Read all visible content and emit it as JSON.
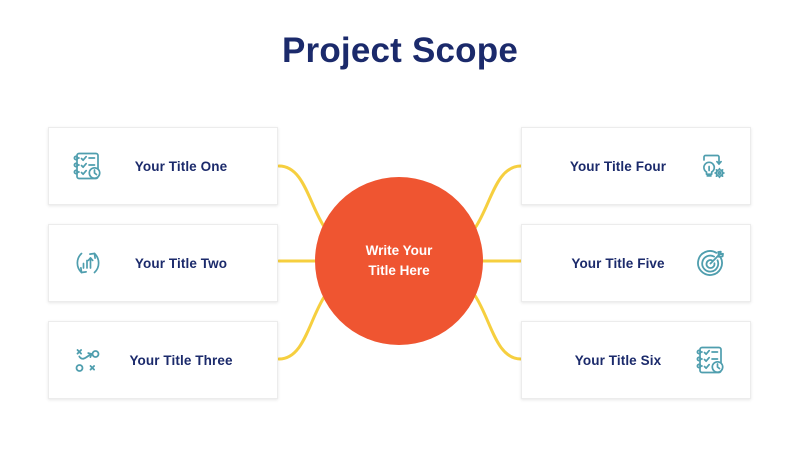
{
  "slide": {
    "title": "Project Scope",
    "background_color": "#ffffff",
    "title_color": "#1b2a6b"
  },
  "center": {
    "label": "Write Your\nTitle Here",
    "color": "#ef5531",
    "text_color": "#ffffff"
  },
  "connector": {
    "color": "#f6cf3f"
  },
  "theme": {
    "icon_color": "#4f9eae",
    "card_text_color": "#1b2a6b",
    "card_background": "#ffffff",
    "card_border": "#ececec"
  },
  "cards": {
    "left": [
      {
        "label": "Your Title One",
        "icon": "checklist-clock-icon"
      },
      {
        "label": "Your Title Two",
        "icon": "growth-cycle-icon"
      },
      {
        "label": "Your Title Three",
        "icon": "strategy-playbook-icon"
      }
    ],
    "right": [
      {
        "label": "Your Title Four",
        "icon": "idea-gear-icon"
      },
      {
        "label": "Your Title Five",
        "icon": "target-arrow-icon"
      },
      {
        "label": "Your Title Six",
        "icon": "checklist-clock-icon"
      }
    ]
  }
}
